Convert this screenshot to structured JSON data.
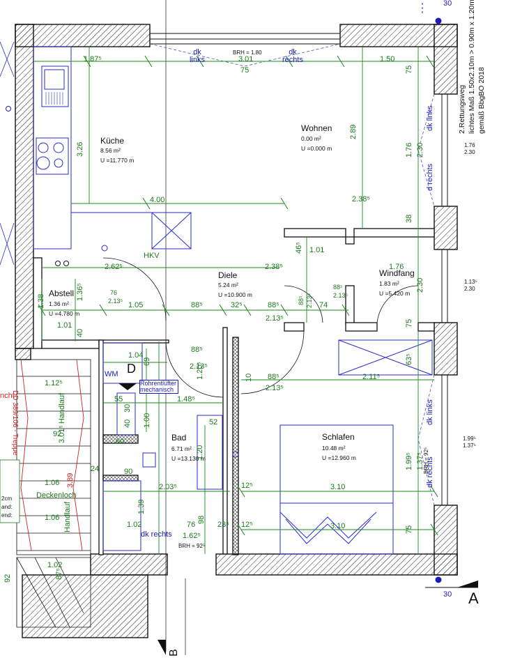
{
  "rooms": {
    "kueche": {
      "name": "Küche",
      "area": "8.56 m²",
      "perimeter": "U =11.770 m"
    },
    "wohnen": {
      "name": "Wohnen",
      "area": "0.00 m²",
      "perimeter": "U =0.000 m"
    },
    "diele": {
      "name": "Diele",
      "area": "5.24 m²",
      "perimeter": "U =10.900 m"
    },
    "windfang": {
      "name": "Windfang",
      "area": "1.83 m²",
      "perimeter": "U =5.420 m"
    },
    "abstell": {
      "name": "Abstell",
      "area": "1.36 m²",
      "perimeter": "U =4.780 m"
    },
    "bad": {
      "name": "Bad",
      "area": "6.71 m²",
      "perimeter": "U =13.130 m"
    },
    "schlafen": {
      "name": "Schlafen",
      "area": "10.48 m²",
      "perimeter": "U =12.960 m"
    }
  },
  "openings": {
    "dk_links_top": "dk links",
    "dk_rechts_top": "dk rechts",
    "brh_top": "BRH = 1.80",
    "dk_links_right": "dk links",
    "d_rechts_right": "d rechts",
    "dk_links_schlafen": "dk links",
    "dk_rechts_schlafen": "dk rechts",
    "brh_schlafen": "BRH = 92⁵",
    "dk_rechts_bad": "dk rechts",
    "brh_bad": "BRH = 92⁵",
    "hkv": "HKV",
    "wm": "WM",
    "rohrentluefter": "Rohrentlüfter mechanisch"
  },
  "notes": {
    "rettungsweg_1": "2.Rettungsweg",
    "rettungsweg_2": "lichtes Maß 1.50x2.10m > 0.90m x 1.20m",
    "rettungsweg_3": "gemäß BbgBO 2018",
    "handlauf_1": "Handlauf",
    "handlauf_2": "Handlauf",
    "deckenloch": "Deckenloch",
    "stair_red": "DD 389/106 - Treppe",
    "left_cut_1": "ncht",
    "left_cut_2": "2cm",
    "left_cut_3": "and:",
    "left_cut_4": "end:"
  },
  "markers": {
    "section_a": "A",
    "section_b": "B",
    "section_d": "D",
    "dim_30_top": "30",
    "dim_30_bottom": "30"
  },
  "dimensions": {
    "d_187": "1.87⁵",
    "d_301": "3.01",
    "d_75_top": "75",
    "d_150": "1.50",
    "d_75_right": "75",
    "d_326": "3.26",
    "d_289": "2.89",
    "d_176": "1.76",
    "d_230": "2.30",
    "d_176_side": "1.76",
    "d_230_side": "2.30",
    "d_400": "4.00",
    "d_2385_a": "2.38⁵",
    "d_38": "38",
    "d_2625": "2.62⁵",
    "d_2385_b": "2.38⁵",
    "d_465": "46⁵",
    "d_101_a": "1.01",
    "d_176_b": "1.76",
    "d_230_b": "2.30",
    "d_113_side": "1.13⁵",
    "d_230_c": "2.30",
    "d_76": "76",
    "d_2135_a": "2.13⁵",
    "d_105": "1.05",
    "d_885_a": "88⁵",
    "d_325": "32⁵",
    "d_885_b": "88⁵",
    "d_2135_b": "2.13⁵",
    "d_74": "74",
    "d_1365": "1.36⁵",
    "d_138": "1.38",
    "d_101_b": "1.01",
    "d_40": "40",
    "d_104": "1.04",
    "d_69": "69",
    "d_120": "1.20⁵",
    "d_885_c": "88⁵",
    "d_2135_c": "2.13⁵",
    "d_10": "10",
    "d_885_d": "88⁵",
    "d_2135_d": "2.13⁵",
    "d_211": "2.11⁵",
    "d_635": "63⁵",
    "d_1125": "1.12⁵",
    "d_55": "55",
    "d_30": "30",
    "d_1485": "1.48⁵",
    "d_40_b": "40",
    "d_100": "1.00",
    "d_92": "92",
    "d_301_b": "3.01⁵",
    "d_60": "60",
    "d_52": "52",
    "d_120_b": "1.20",
    "d_24": "24",
    "d_90": "90",
    "d_106_a": "1.06",
    "d_389": "3.89",
    "d_2035": "2.03⁵",
    "d_125": "12⁵",
    "d_310_a": "3.10",
    "d_139": "1.39",
    "d_106_b": "1.06",
    "d_102_a": "1.02",
    "d_76_b": "76",
    "d_98": "98",
    "d_235": "23⁵",
    "d_125_b": "12⁵",
    "d_310_b": "3.10",
    "d_1625": "1.62⁵",
    "d_102_b": "1.02",
    "d_875": "87⁵",
    "d_92_b": "92",
    "d_1995": "1.99⁵",
    "d_1375": "1.37⁵",
    "d_1995_side": "1.99⁵",
    "d_1375_side": "1.37⁵",
    "d_75_c": "75",
    "d_75_d": "75",
    "d_2135_e": "2.13⁵",
    "d_885_e": "88⁵",
    "d_885_f": "88⁵",
    "d_2135_f": "2.13⁵"
  }
}
